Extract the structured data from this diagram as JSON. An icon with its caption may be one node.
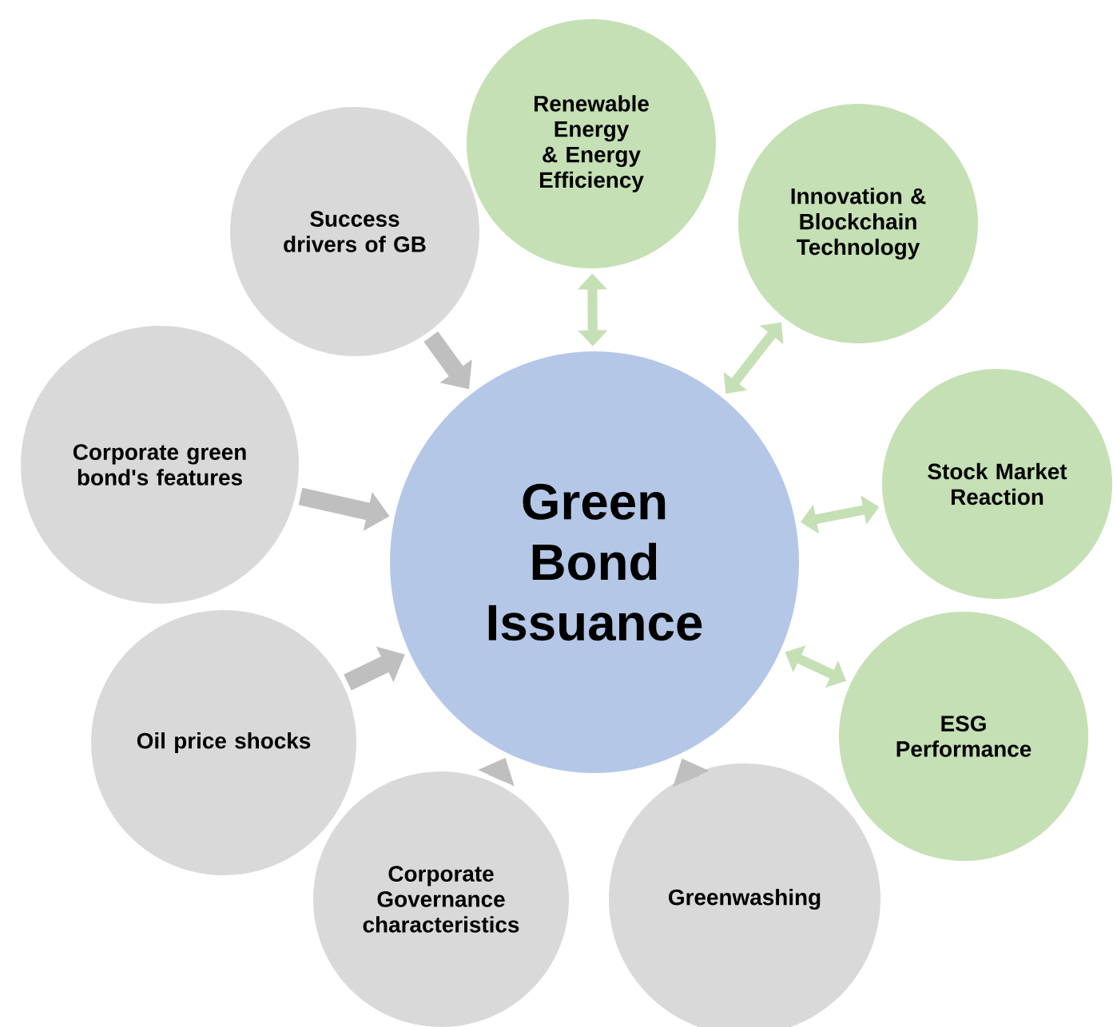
{
  "diagram": {
    "nodes": [
      {
        "text": [
          "Green Bond Issuance"
        ]
      },
      {
        "text": [
          "Renewable Energy & Energy Efficiency"
        ]
      },
      {
        "text": [
          "Success drivers of GB"
        ]
      },
      {
        "text": [
          "Innovation & Blockchain Technology"
        ]
      },
      {
        "text": [
          "Corporate green bond's features"
        ]
      },
      {
        "text": [
          "Stock Market Reaction"
        ]
      },
      {
        "text": [
          "Oil price shocks"
        ]
      },
      {
        "text": [
          "ESG Performance"
        ]
      },
      {
        "text": [
          "Corporate Governance characteristics"
        ]
      },
      {
        "text": [
          "Greenwashing"
        ]
      }
    ],
    "edges": [
      {
        "from": 2,
        "to": 0,
        "arrow": "to"
      },
      {
        "from": 4,
        "to": 0,
        "arrow": "to"
      },
      {
        "from": 6,
        "to": 0,
        "arrow": "to"
      },
      {
        "from": 8,
        "to": 0,
        "arrow": "to"
      },
      {
        "from": 9,
        "to": 0,
        "arrow": "to"
      },
      {
        "from": 0,
        "to": 1,
        "arrow": "both",
        "color": "#c5e0b4"
      },
      {
        "from": 0,
        "to": 3,
        "arrow": "both",
        "color": "#c5e0b4"
      },
      {
        "from": 0,
        "to": 5,
        "arrow": "both",
        "color": "#c5e0b4"
      },
      {
        "from": 0,
        "to": 7,
        "arrow": "both",
        "color": "#c5e0b4"
      }
    ]
  }
}
